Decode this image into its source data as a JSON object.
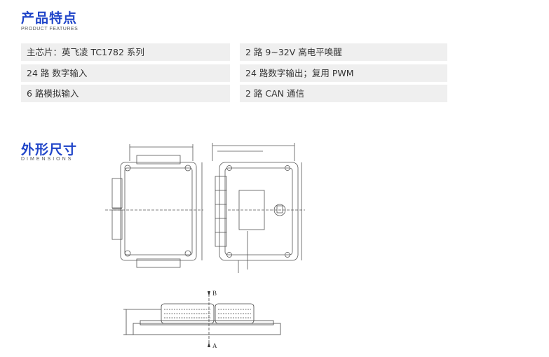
{
  "features_section": {
    "title": "产品特点",
    "subtitle": "PRODUCT FEATURES",
    "items": [
      {
        "left": "主芯片：英飞凌 TC1782 系列",
        "right": "2 路 9~32V 高电平唤醒"
      },
      {
        "left": "24 路 数字输入",
        "right": "24 路数字输出；复用 PWM"
      },
      {
        "left": "6 路模拟输入",
        "right": "2 路 CAN 通信"
      }
    ]
  },
  "dimensions_section": {
    "title": "外形尺寸",
    "subtitle": "DIMENSIONS"
  },
  "drawing": {
    "side_view_label_b": "B",
    "side_view_label_a": "A"
  }
}
